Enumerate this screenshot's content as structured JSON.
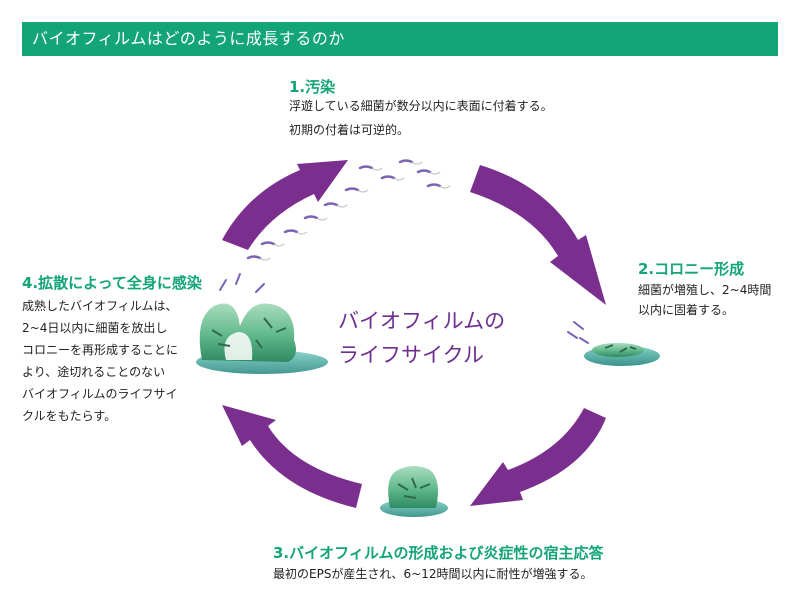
{
  "header": {
    "title": "バイオフィルムはどのように成長するのか"
  },
  "center": {
    "line1": "バイオフィルムの",
    "line2": "ライフサイクル"
  },
  "stages": {
    "s1": {
      "title": "1.汚染",
      "desc1": "浮遊している細菌が数分以内に表面に付着する。",
      "desc2": "初期の付着は可逆的。"
    },
    "s2": {
      "title": "2.コロニー形成",
      "desc1": "細菌が増殖し、2~4時間",
      "desc2": "以内に固着する。"
    },
    "s3": {
      "title": "3.バイオフィルムの形成および炎症性の宿主応答",
      "desc1": "最初のEPSが産生され、6~12時間以内に耐性が増強する。"
    },
    "s4": {
      "title": "4.拡散によって全身に感染",
      "desc1": "成熟したバイオフィルムは、",
      "desc2": "2~4日以内に細菌を放出し",
      "desc3": "コロニーを再形成することに",
      "desc4": "より、途切れることのない",
      "desc5": "バイオフィルムのライフサイ",
      "desc6": "クルをもたらす。"
    }
  },
  "colors": {
    "header_bg": "#13A478",
    "accent": "#13A478",
    "arrow": "#7A2F8E",
    "center_text": "#6F2F8F",
    "biofilm": "#5FB88A"
  }
}
